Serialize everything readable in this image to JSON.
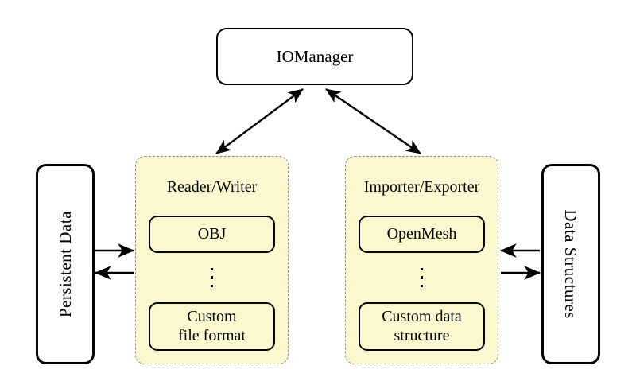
{
  "diagram": {
    "title_node": {
      "label": "IOManager"
    },
    "left_terminal": {
      "label": "Persistent Data"
    },
    "right_terminal": {
      "label": "Data Structures"
    },
    "panels": [
      {
        "id": "reader-writer",
        "title": "Reader/Writer",
        "items": [
          {
            "label": "OBJ"
          },
          {
            "label_line1": "Custom",
            "label_line2": "file format"
          }
        ],
        "ellipsis": "⋮"
      },
      {
        "id": "importer-exporter",
        "title": "Importer/Exporter",
        "items": [
          {
            "label": "OpenMesh"
          },
          {
            "label_line1": "Custom data",
            "label_line2": "structure"
          }
        ],
        "ellipsis": "⋮"
      }
    ],
    "connections": [
      {
        "name": "iomanager-to-reader-writer",
        "style": "double-headed-diagonal"
      },
      {
        "name": "iomanager-to-importer-exporter",
        "style": "double-headed-diagonal"
      },
      {
        "name": "persistent-data-to-reader-writer",
        "direction": "right"
      },
      {
        "name": "reader-writer-to-persistent-data",
        "direction": "left"
      },
      {
        "name": "data-structures-to-importer-exporter",
        "direction": "left"
      },
      {
        "name": "importer-exporter-to-data-structures",
        "direction": "right"
      }
    ],
    "colors": {
      "panel_fill": "#fbf8cf",
      "panel_border": "#8f8f8f",
      "node_border": "#000000",
      "background": "#ffffff"
    }
  }
}
